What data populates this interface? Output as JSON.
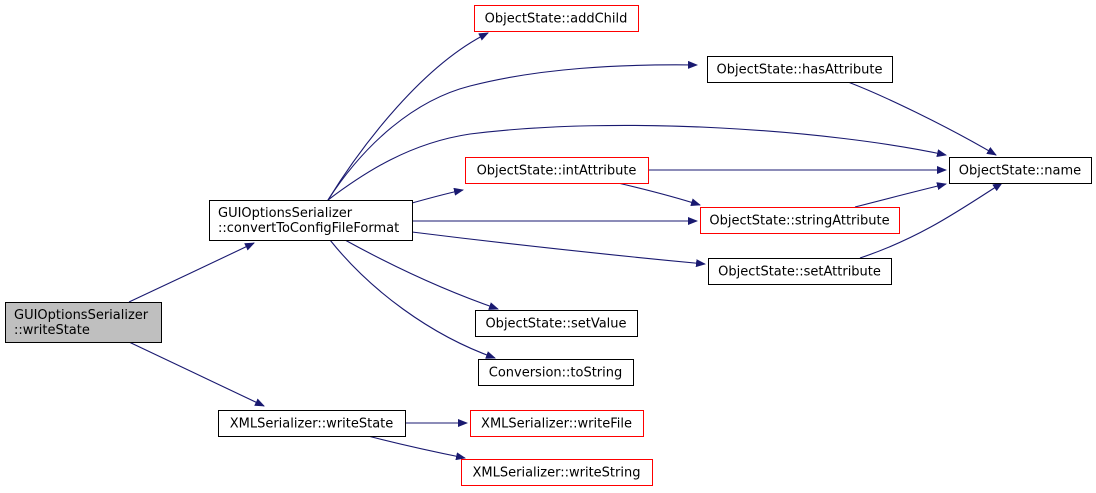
{
  "graph": {
    "nodes": [
      {
        "id": "root",
        "lines": [
          "GUIOptionsSerializer",
          "::writeState"
        ],
        "fill": "#bfbfbf",
        "stroke": "#000000"
      },
      {
        "id": "convert",
        "lines": [
          "GUIOptionsSerializer",
          "::convertToConfigFileFormat"
        ],
        "fill": "#ffffff",
        "stroke": "#000000"
      },
      {
        "id": "xmlWriteState",
        "lines": [
          "XMLSerializer::writeState"
        ],
        "fill": "#ffffff",
        "stroke": "#000000"
      },
      {
        "id": "addChild",
        "lines": [
          "ObjectState::addChild"
        ],
        "fill": "#ffffff",
        "stroke": "#ff0000"
      },
      {
        "id": "hasAttribute",
        "lines": [
          "ObjectState::hasAttribute"
        ],
        "fill": "#ffffff",
        "stroke": "#000000"
      },
      {
        "id": "intAttribute",
        "lines": [
          "ObjectState::intAttribute"
        ],
        "fill": "#ffffff",
        "stroke": "#ff0000"
      },
      {
        "id": "stringAttribute",
        "lines": [
          "ObjectState::stringAttribute"
        ],
        "fill": "#ffffff",
        "stroke": "#ff0000"
      },
      {
        "id": "setAttribute",
        "lines": [
          "ObjectState::setAttribute"
        ],
        "fill": "#ffffff",
        "stroke": "#000000"
      },
      {
        "id": "name",
        "lines": [
          "ObjectState::name"
        ],
        "fill": "#ffffff",
        "stroke": "#000000"
      },
      {
        "id": "setValue",
        "lines": [
          "ObjectState::setValue"
        ],
        "fill": "#ffffff",
        "stroke": "#000000"
      },
      {
        "id": "toString",
        "lines": [
          "Conversion::toString"
        ],
        "fill": "#ffffff",
        "stroke": "#000000"
      },
      {
        "id": "writeFile",
        "lines": [
          "XMLSerializer::writeFile"
        ],
        "fill": "#ffffff",
        "stroke": "#ff0000"
      },
      {
        "id": "writeString",
        "lines": [
          "XMLSerializer::writeString"
        ],
        "fill": "#ffffff",
        "stroke": "#ff0000"
      }
    ],
    "edges": [
      {
        "from": "root",
        "to": "convert"
      },
      {
        "from": "root",
        "to": "xmlWriteState"
      },
      {
        "from": "convert",
        "to": "addChild"
      },
      {
        "from": "convert",
        "to": "hasAttribute"
      },
      {
        "from": "convert",
        "to": "name"
      },
      {
        "from": "convert",
        "to": "intAttribute"
      },
      {
        "from": "convert",
        "to": "stringAttribute"
      },
      {
        "from": "convert",
        "to": "setAttribute"
      },
      {
        "from": "convert",
        "to": "setValue"
      },
      {
        "from": "convert",
        "to": "toString"
      },
      {
        "from": "hasAttribute",
        "to": "name"
      },
      {
        "from": "intAttribute",
        "to": "name"
      },
      {
        "from": "intAttribute",
        "to": "stringAttribute"
      },
      {
        "from": "stringAttribute",
        "to": "name"
      },
      {
        "from": "setAttribute",
        "to": "name"
      },
      {
        "from": "xmlWriteState",
        "to": "writeFile"
      },
      {
        "from": "xmlWriteState",
        "to": "writeString"
      }
    ],
    "edge_color": "#191970"
  }
}
